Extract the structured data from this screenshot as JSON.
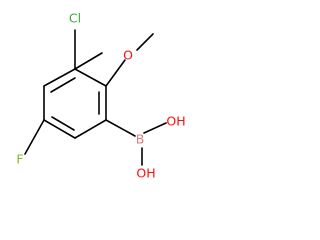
{
  "molecule": {
    "atoms": {
      "chlorine": "Cl",
      "oxygen_ether": "O",
      "methyl": "CH₃",
      "fluorine": "F",
      "boron": "B",
      "hydroxyl_1": "OH",
      "hydroxyl_2": "OH"
    },
    "colors": {
      "bond": "#000000",
      "chlorine": "#3daa3d",
      "oxygen": "#ff0d0d",
      "fluorine": "#7fbf1f",
      "boron": "#e07b7b",
      "carbon": "#000000"
    }
  }
}
